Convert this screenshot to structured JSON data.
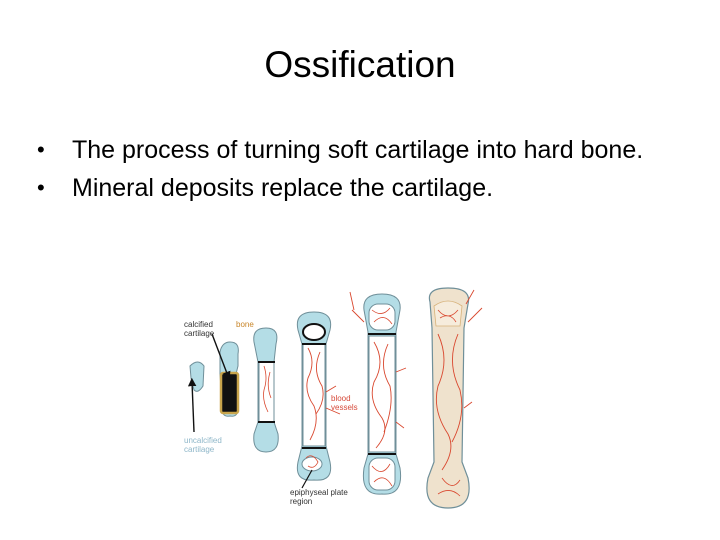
{
  "slide": {
    "title": "Ossification",
    "bullets": [
      {
        "text": "The process of turning soft cartilage into hard bone."
      },
      {
        "text": "Mineral deposits replace the cartilage."
      }
    ],
    "bullet_symbol": "•"
  },
  "figure": {
    "labels": {
      "calcified_cartilage": "calcified cartilage",
      "bone": "bone",
      "blood_vessels": "blood vessels",
      "uncalcified_cartilage": "uncalcified cartilage",
      "epiphyseal_plate_region": "epiphyseal plate region"
    },
    "colors": {
      "cartilage": "#b4dde6",
      "cartilage_outline": "#6f8f99",
      "blood_vessel": "#d9482f",
      "bone_tan": "#d7b27a",
      "calcified": "#111111",
      "bone_border": "#c9a54c"
    }
  }
}
